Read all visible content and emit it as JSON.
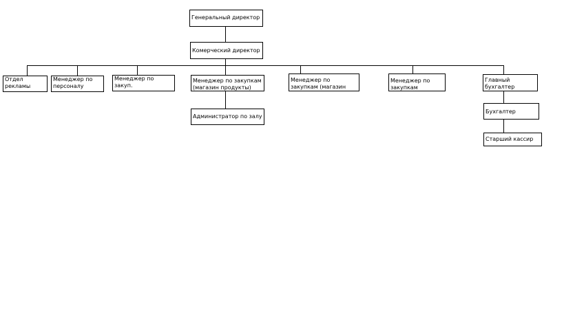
{
  "org_chart": {
    "general_director": "Генеральный директор",
    "commercial_director": "Комерческий директор",
    "advertising_department": "Отдел рекламы",
    "hr_manager": "Менеджер по персоналу",
    "procurement_childrens_goods": "Менеджер по закуп. магаз.детские товары",
    "procurement_food_store": "Менеджер по закупкам (магазин продукты)",
    "procurement_household_store": "Менеджер по закупкам (магазин хоз.товары)",
    "procurement_pharmacy": "Менеджер по закупкам (Аптека)",
    "chief_accountant": "Главный бухгалтер",
    "floor_administrator": "Администратор по залу",
    "accountant": "Бухгалтер",
    "senior_cashier": "Старший кассир"
  }
}
